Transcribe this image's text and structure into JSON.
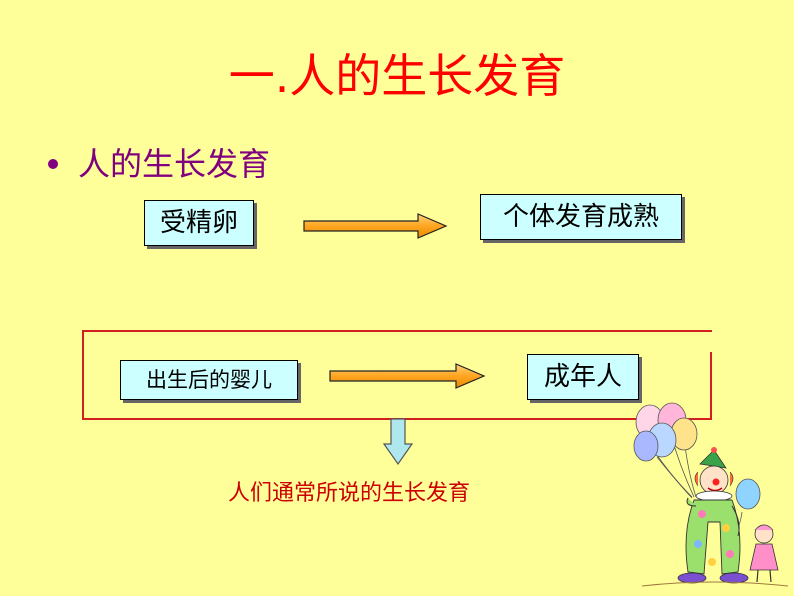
{
  "title": "一.人的生长发育",
  "bullet": "人的生长发育",
  "flow1": {
    "from": "受精卵",
    "to": "个体发育成熟"
  },
  "flow2": {
    "from": "出生后的婴儿",
    "to": "成年人"
  },
  "caption": "人们通常所说的生长发育",
  "colors": {
    "background": "#ffff99",
    "title": "#ff0000",
    "bullet": "#800080",
    "box_fill": "#ccffff",
    "arrow_fill": "#ffb733",
    "down_arrow_fill": "#aee8ee",
    "frame": "#d02020",
    "caption": "#cc0000"
  },
  "icons": {
    "clipart": "clown-with-balloons-and-child-icon"
  }
}
